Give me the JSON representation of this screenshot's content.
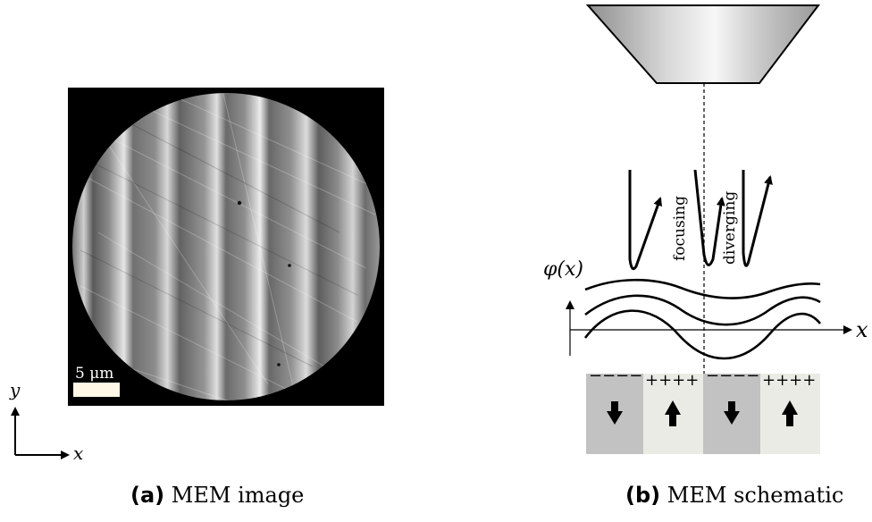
{
  "panel_a": {
    "scale_bar_label": "5 μm",
    "axis_y_label": "y",
    "axis_x_label": "x",
    "caption_tag": "(a)",
    "caption_text": "MEM image"
  },
  "panel_b": {
    "potential_label": "φ(x)",
    "x_axis_label": "x",
    "focusing_label": "focusing",
    "diverging_label": "diverging",
    "charges_negative": "−−−−",
    "charges_positive": "++++",
    "domains": [
      {
        "polarization": "down",
        "color": "#c2c2c2"
      },
      {
        "polarization": "up",
        "color": "#ebebe6"
      },
      {
        "polarization": "down",
        "color": "#c2c2c2"
      },
      {
        "polarization": "up",
        "color": "#ebebe6"
      }
    ],
    "caption_tag": "(b)",
    "caption_text": "MEM schematic"
  }
}
